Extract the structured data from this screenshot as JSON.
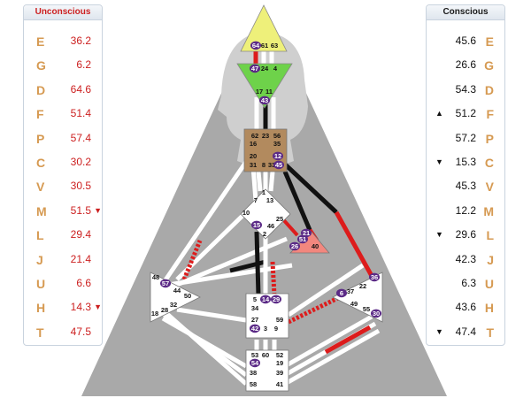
{
  "unconscious": {
    "title": "Unconscious",
    "rows": [
      {
        "planet": "E",
        "value": "36.2",
        "arrow": ""
      },
      {
        "planet": "G",
        "value": "6.2",
        "arrow": ""
      },
      {
        "planet": "D",
        "value": "64.6",
        "arrow": ""
      },
      {
        "planet": "F",
        "value": "51.4",
        "arrow": ""
      },
      {
        "planet": "P",
        "value": "57.4",
        "arrow": ""
      },
      {
        "planet": "C",
        "value": "30.2",
        "arrow": ""
      },
      {
        "planet": "V",
        "value": "30.5",
        "arrow": ""
      },
      {
        "planet": "M",
        "value": "51.5",
        "arrow": "▼"
      },
      {
        "planet": "L",
        "value": "29.4",
        "arrow": ""
      },
      {
        "planet": "J",
        "value": "21.4",
        "arrow": ""
      },
      {
        "planet": "U",
        "value": "6.6",
        "arrow": ""
      },
      {
        "planet": "H",
        "value": "14.3",
        "arrow": "▼"
      },
      {
        "planet": "T",
        "value": "47.5",
        "arrow": ""
      }
    ]
  },
  "conscious": {
    "title": "Conscious",
    "rows": [
      {
        "planet": "E",
        "value": "45.6",
        "arrow": ""
      },
      {
        "planet": "G",
        "value": "26.6",
        "arrow": ""
      },
      {
        "planet": "D",
        "value": "54.3",
        "arrow": ""
      },
      {
        "planet": "F",
        "value": "51.2",
        "arrow": "▲"
      },
      {
        "planet": "P",
        "value": "57.2",
        "arrow": ""
      },
      {
        "planet": "C",
        "value": "15.3",
        "arrow": "▼"
      },
      {
        "planet": "V",
        "value": "45.3",
        "arrow": ""
      },
      {
        "planet": "M",
        "value": "12.2",
        "arrow": ""
      },
      {
        "planet": "L",
        "value": "29.6",
        "arrow": "▼"
      },
      {
        "planet": "J",
        "value": "42.3",
        "arrow": ""
      },
      {
        "planet": "U",
        "value": "6.3",
        "arrow": ""
      },
      {
        "planet": "H",
        "value": "43.6",
        "arrow": ""
      },
      {
        "planet": "T",
        "value": "47.4",
        "arrow": "▼"
      }
    ]
  },
  "bodygraph": {
    "colors": {
      "head": "#eef07a",
      "ajna": "#6ed24a",
      "throat": "#b28a5e",
      "solar": "#f2877e",
      "conscious": "#111111",
      "unconscious": "#dd1c1c",
      "active_gate": "#5b2a86",
      "silhouette": "#a9a9a9"
    },
    "gates": {
      "head": [
        "64",
        "61",
        "63"
      ],
      "ajna": [
        "47",
        "24",
        "4",
        "17",
        "11",
        "43"
      ],
      "throat": [
        "62",
        "23",
        "56",
        "16",
        "35",
        "20",
        "12",
        "31",
        "8",
        "33",
        "45"
      ],
      "g_center": [
        "1",
        "7",
        "13",
        "10",
        "25",
        "15",
        "46",
        "2"
      ],
      "heart": [
        "21",
        "51",
        "26",
        "40"
      ],
      "spleen": [
        "48",
        "57",
        "44",
        "50",
        "32",
        "28",
        "18"
      ],
      "sacral": [
        "5",
        "14",
        "29",
        "34",
        "27",
        "42",
        "3",
        "59",
        "9"
      ],
      "root": [
        "53",
        "60",
        "52",
        "54",
        "19",
        "38",
        "39",
        "58",
        "41"
      ],
      "solar_plexus": [
        "36",
        "22",
        "37",
        "6",
        "49",
        "55",
        "30"
      ]
    }
  }
}
